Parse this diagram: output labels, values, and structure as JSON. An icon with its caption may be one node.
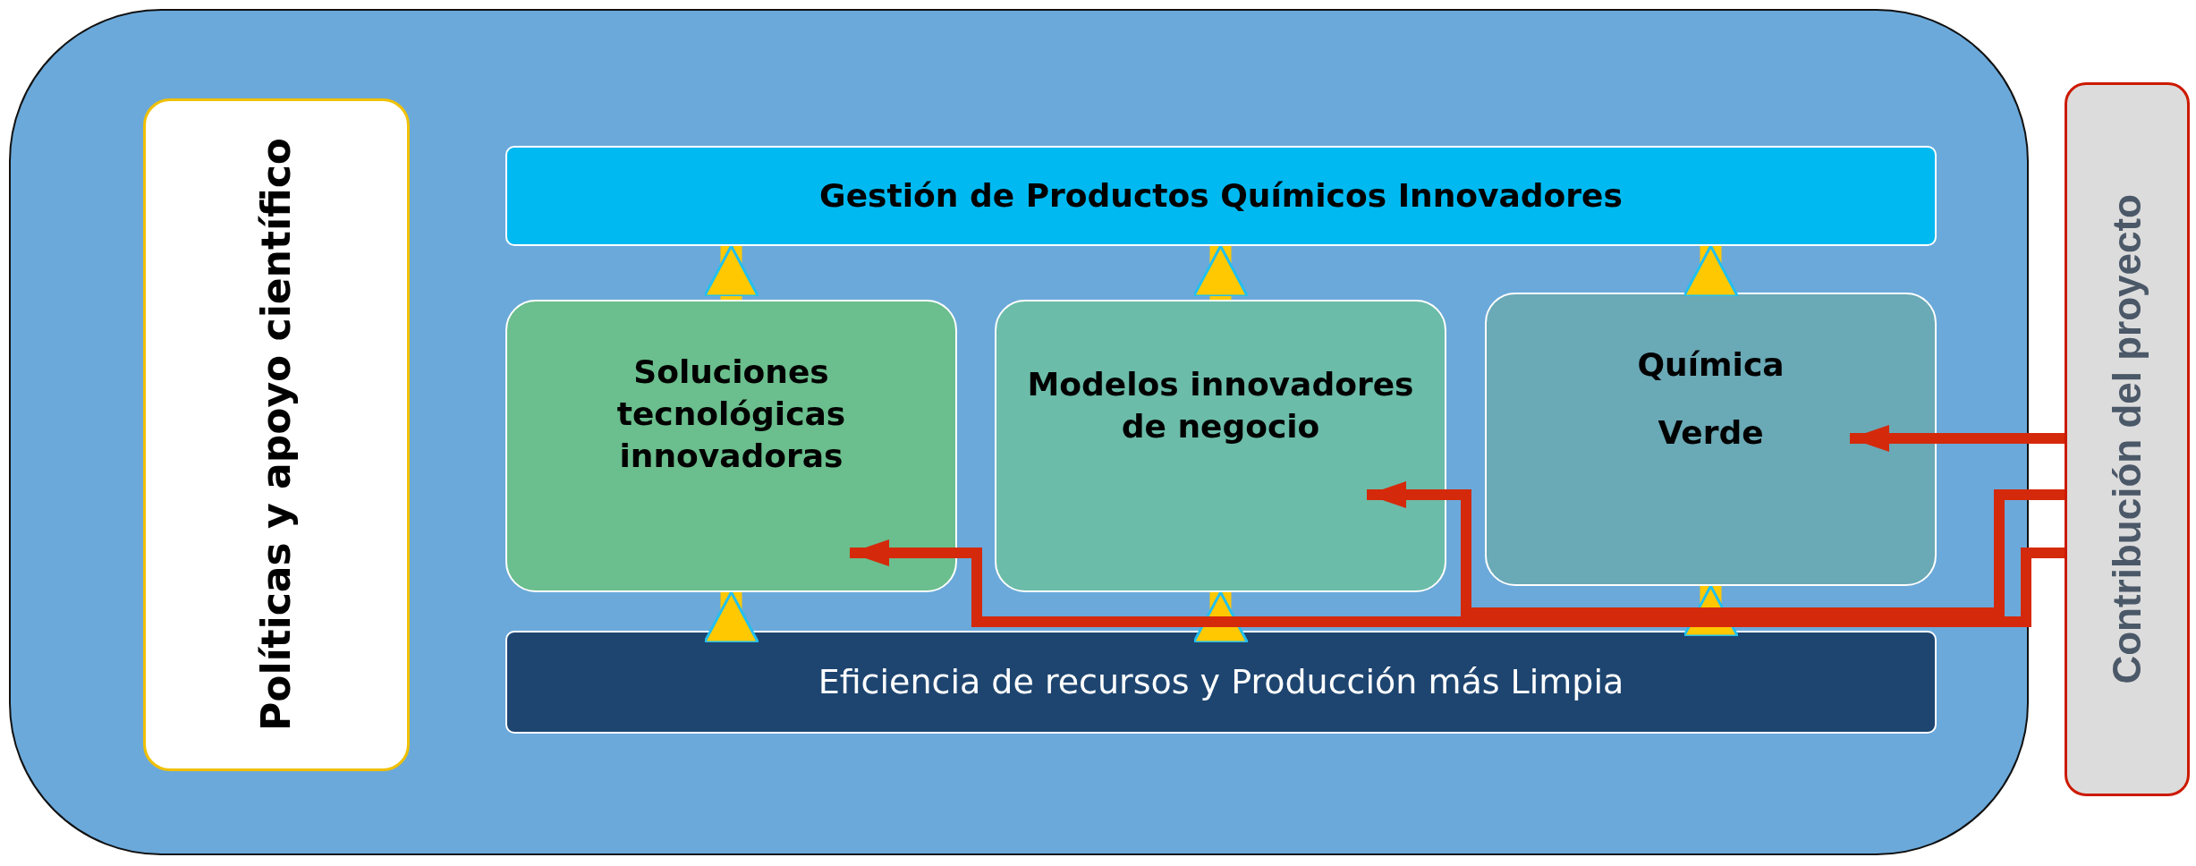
{
  "diagram": {
    "nodes": [
      {
        "text": [
          "Políticas y apoyo científico"
        ]
      },
      {
        "text": [
          "Gestión de Productos Químicos Innovadores"
        ]
      },
      {
        "text": [
          "Soluciones tecnológicas innovadoras"
        ]
      },
      {
        "text": [
          "Modelos innovadores de negocio"
        ]
      },
      {
        "text": [
          "Química Verde"
        ]
      },
      {
        "text": [
          "Eficiencia de recursos y Producción más Limpia"
        ]
      },
      {
        "text": [
          "Contribución del proyecto"
        ]
      }
    ],
    "edges": [
      {
        "from": 2,
        "to": 1,
        "arrow": "to"
      },
      {
        "from": 3,
        "to": 1,
        "arrow": "to"
      },
      {
        "from": 4,
        "to": 1,
        "arrow": "to"
      },
      {
        "from": 5,
        "to": 2,
        "arrow": "to"
      },
      {
        "from": 5,
        "to": 3,
        "arrow": "to"
      },
      {
        "from": 5,
        "to": 4,
        "arrow": "to"
      },
      {
        "from": 6,
        "to": 4,
        "arrow": "to",
        "color": "#d42a0b"
      },
      {
        "from": 6,
        "to": 3,
        "arrow": "to",
        "color": "#d42a0b"
      },
      {
        "from": 6,
        "to": 2,
        "arrow": "to",
        "color": "#d42a0b"
      }
    ]
  }
}
